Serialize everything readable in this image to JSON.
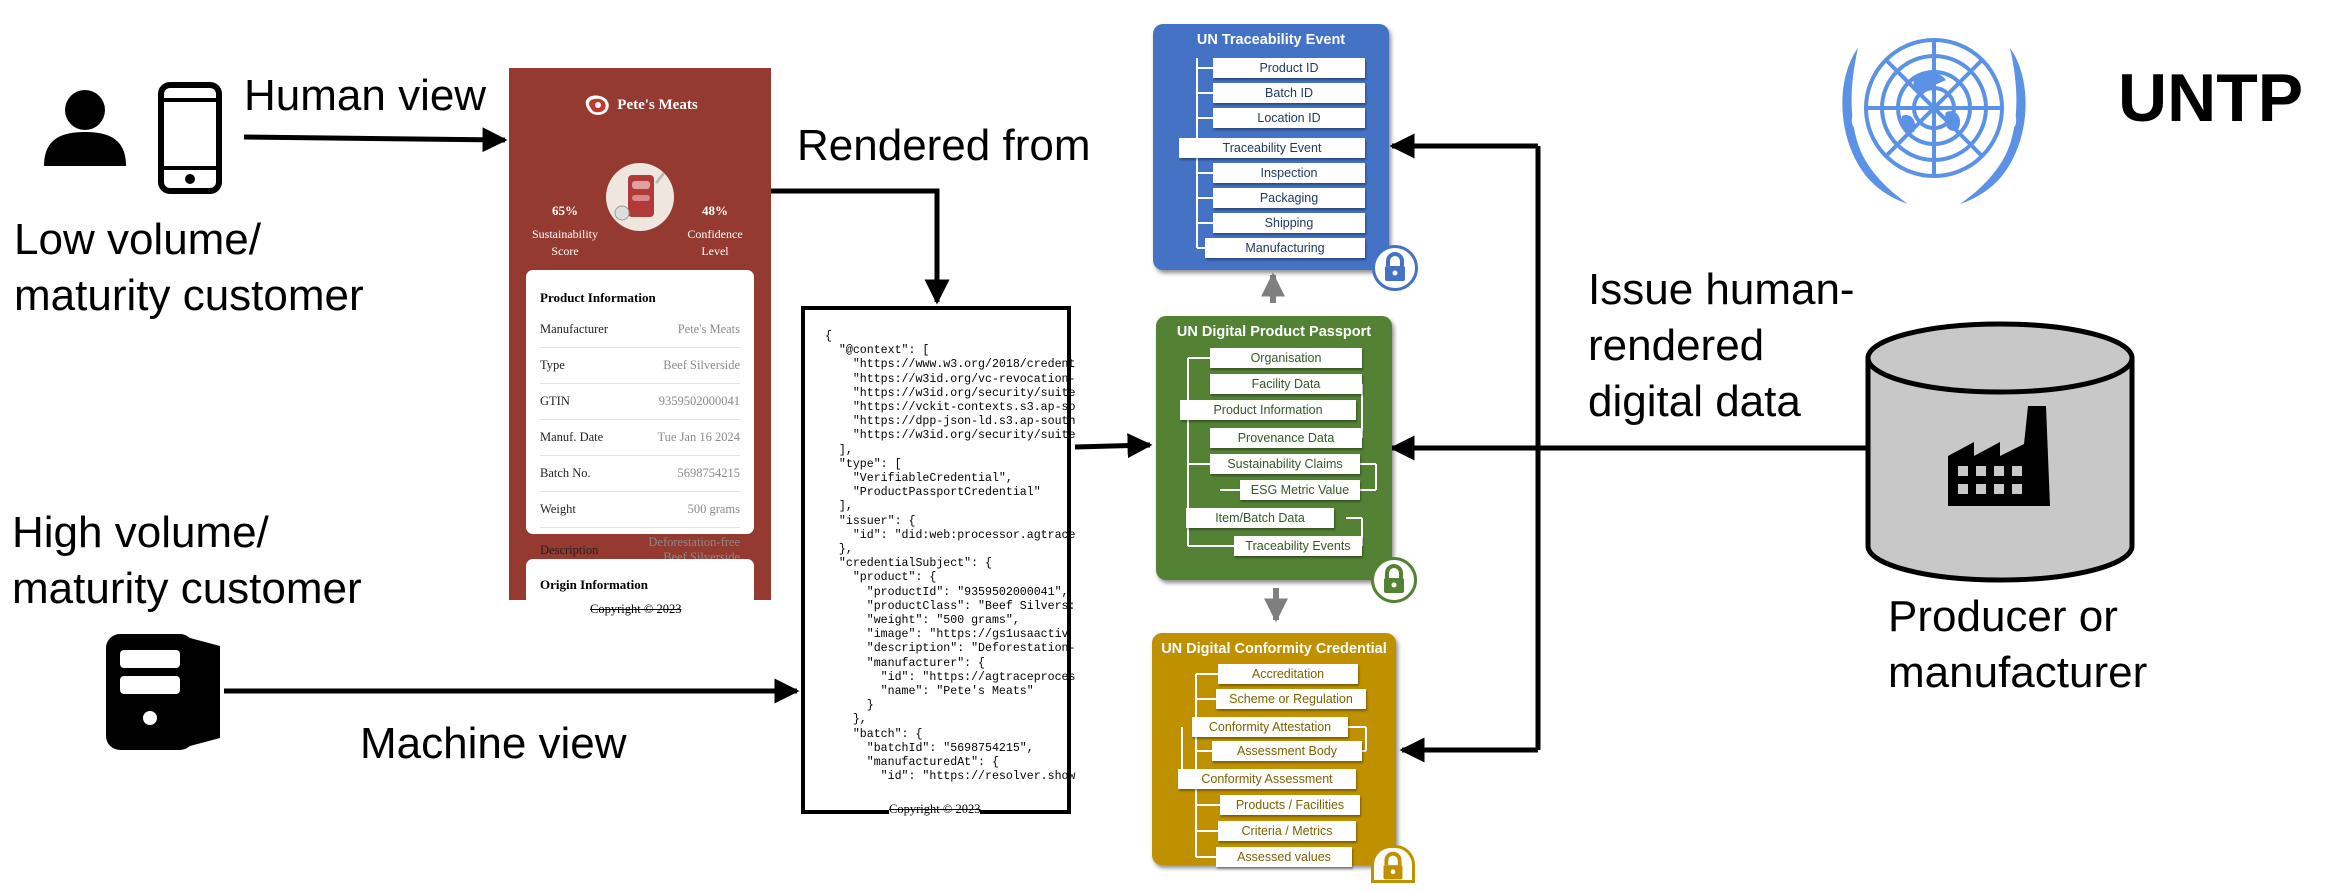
{
  "labels": {
    "human_view": "Human view",
    "rendered_from": "Rendered from",
    "low_volume": "Low volume/\nmaturity customer",
    "high_volume": "High volume/\nmaturity customer",
    "machine_view": "Machine view",
    "issue": "Issue human-\nrendered\ndigital data",
    "producer": "Producer or\nmanufacturer",
    "untp": "UNTP"
  },
  "icons": {
    "person": "person-icon",
    "phone": "smartphone-icon",
    "computer": "desktop-computer-icon",
    "factory": "factory-icon",
    "database": "database-cylinder-icon",
    "un_emblem": "un-emblem-icon",
    "lock": "padlock-icon",
    "steak": "steak-logo-icon"
  },
  "colors": {
    "webpage_bg": "#943a30",
    "event_bg": "#4472c4",
    "passport_bg": "#548235",
    "conformity_bg": "#bf9000",
    "un_blue": "#5b92e5",
    "cylinder": "#c8c8c8"
  },
  "webpage": {
    "brand": "Pete's Meats",
    "stat_left_pct": "65%",
    "stat_left_label": "Sustainability\nScore",
    "stat_right_pct": "48%",
    "stat_right_label": "Confidence\nLevel",
    "product_title": "Product Information",
    "rows": [
      {
        "k": "Manufacturer",
        "v": "Pete's Meats"
      },
      {
        "k": "Type",
        "v": "Beef Silverside"
      },
      {
        "k": "GTIN",
        "v": "9359502000041"
      },
      {
        "k": "Manuf. Date",
        "v": "Tue Jan 16 2024"
      },
      {
        "k": "Batch No.",
        "v": "5698754215"
      },
      {
        "k": "Weight",
        "v": "500 grams"
      },
      {
        "k": "Description",
        "v": "Deforestation-free\nBeef Silverside"
      }
    ],
    "origin_title": "Origin Information",
    "copyright": "Copyright © 2023"
  },
  "json_text": "{\n  \"@context\": [\n    \"https://www.w3.org/2018/credent\n    \"https://w3id.org/vc-revocation-\n    \"https://w3id.org/security/suite\n    \"https://vckit-contexts.s3.ap-so\n    \"https://dpp-json-ld.s3.ap-south\n    \"https://w3id.org/security/suite\n  ],\n  \"type\": [\n    \"VerifiableCredential\",\n    \"ProductPassportCredential\"\n  ],\n  \"issuer\": {\n    \"id\": \"did:web:processor.agtrace\n  },\n  \"credentialSubject\": {\n    \"product\": {\n      \"productId\": \"9359502000041\",\n      \"productClass\": \"Beef Silvers:\n      \"weight\": \"500 grams\",\n      \"image\": \"https://gs1usaactiv\n      \"description\": \"Deforestation-\n      \"manufacturer\": {\n        \"id\": \"https://agtraceproces\n        \"name\": \"Pete's Meats\"\n      }\n    },\n    \"batch\": {\n      \"batchId\": \"5698754215\",\n      \"manufacturedAt\": {\n        \"id\": \"https://resolver.show\n",
  "json_copyright": "Copyright © 2023",
  "blocks": {
    "event": {
      "title": "UN Traceability Event",
      "items": [
        "Product ID",
        "Batch ID",
        "Location ID",
        "Traceability Event",
        "Inspection",
        "Packaging",
        "Shipping",
        "Manufacturing"
      ]
    },
    "passport": {
      "title": "UN Digital Product Passport",
      "items": [
        "Organisation",
        "Facility Data",
        "Product Information",
        "Provenance Data",
        "Sustainability Claims",
        "ESG Metric Value",
        "Item/Batch Data",
        "Traceability Events"
      ]
    },
    "conformity": {
      "title": "UN Digital Conformity Credential",
      "items": [
        "Accreditation",
        "Scheme or Regulation",
        "Conformity Attestation",
        "Assessment Body",
        "Conformity Assessment",
        "Products / Facilities",
        "Criteria / Metrics",
        "Assessed values"
      ]
    }
  }
}
